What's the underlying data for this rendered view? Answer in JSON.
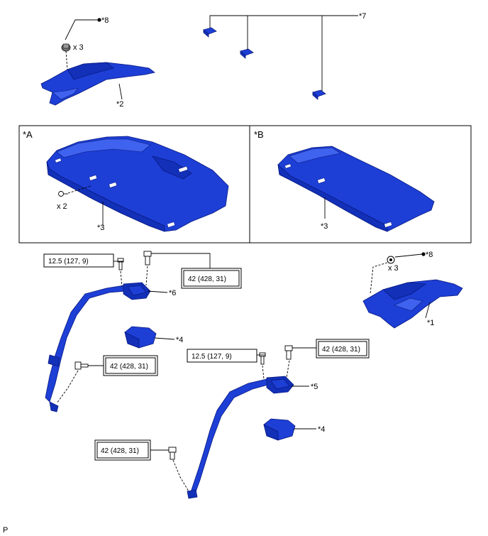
{
  "callouts": {
    "c1": "*1",
    "c2": "*2",
    "c3a": "*3",
    "c3b": "*3",
    "c4a": "*4",
    "c4b": "*4",
    "c5": "*5",
    "c6": "*6",
    "c7": "*7",
    "c8a": "*8",
    "c8b": "*8"
  },
  "views": {
    "a": "*A",
    "b": "*B"
  },
  "quantities": {
    "q_clip_top": "x 3",
    "q_clip_right": "x 3",
    "q_clip_shelf": "x 2"
  },
  "torque": {
    "t1": "12.5 (127, 9)",
    "t2": "42 (428, 31)",
    "t3": "42 (428, 31)",
    "t4": "12.5 (127, 9)",
    "t5": "42 (428, 31)",
    "t6": "42 (428, 31)"
  },
  "footer_mark": "P"
}
